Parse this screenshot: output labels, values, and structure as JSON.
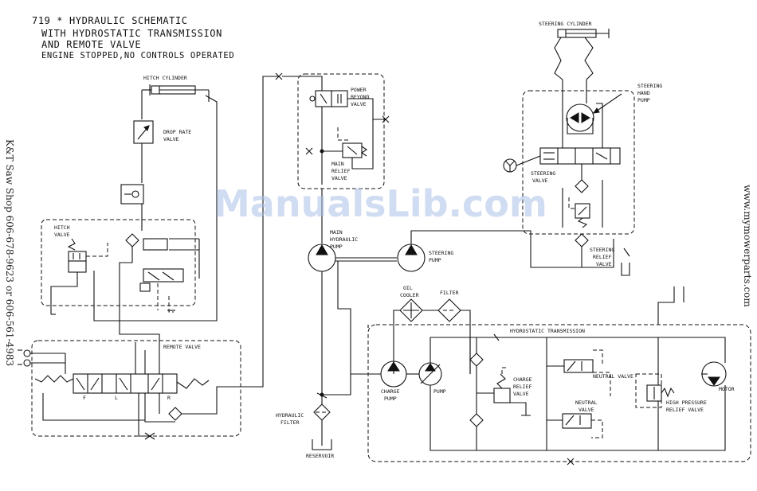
{
  "title": {
    "line1": "719 * HYDRAULIC SCHEMATIC",
    "line2": "WITH HYDROSTATIC TRANSMISSION",
    "line3": "AND REMOTE VALVE",
    "line4": "ENGINE STOPPED,NO CONTROLS OPERATED"
  },
  "watermark": "ManualsLib.com",
  "side_left": "K&T Saw Shop 606-678-9623 or 606-561-4983",
  "side_right": "www.mymowerparts.com",
  "labels": {
    "hitch_cylinder": "HITCH CYLINDER",
    "drop_rate_1": "DROP RATE",
    "drop_rate_2": "VALVE",
    "hitch_valve_1": "HITCH",
    "hitch_valve_2": "VALVE",
    "remote_valve": "REMOTE VALVE",
    "spool_f": "F",
    "spool_l": "L",
    "spool_r": "R",
    "power_beyond_1": "POWER",
    "power_beyond_2": "BEYOND",
    "power_beyond_3": "VALVE",
    "main_relief_1": "MAIN",
    "main_relief_2": "RELIEF",
    "main_relief_3": "VALVE",
    "main_pump_1": "MAIN",
    "main_pump_2": "HYDRAULIC",
    "main_pump_3": "PUMP",
    "steering_pump_1": "STEERING",
    "steering_pump_2": "PUMP",
    "oil_cooler_1": "OIL",
    "oil_cooler_2": "COOLER",
    "filter": "FILTER",
    "hyd_filter_1": "HYDRAULIC",
    "hyd_filter_2": "FILTER",
    "reservoir": "RESERVOIR",
    "steering_cylinder": "STEERING CYLINDER",
    "hand_pump_1": "STEERING",
    "hand_pump_2": "HAND",
    "hand_pump_3": "PUMP",
    "steering_valve_1": "STEERING",
    "steering_valve_2": "VALVE",
    "steering_relief_1": "STEERING",
    "steering_relief_2": "RELIEF",
    "steering_relief_3": "VALVE",
    "hydrostatic": "HYDROSTATIC TRANSMISSION",
    "charge_pump_1": "CHARGE",
    "charge_pump_2": "PUMP",
    "pump": "PUMP",
    "charge_relief_1": "CHARGE",
    "charge_relief_2": "RELIEF",
    "charge_relief_3": "VALVE",
    "neutral_valve_a": "NEUTRAL VALVE",
    "neutral_valve_b1": "NEUTRAL",
    "neutral_valve_b2": "VALVE",
    "high_pressure_1": "HIGH PRESSURE",
    "high_pressure_2": "RELIEF VALVE",
    "motor": "MOTOR"
  }
}
